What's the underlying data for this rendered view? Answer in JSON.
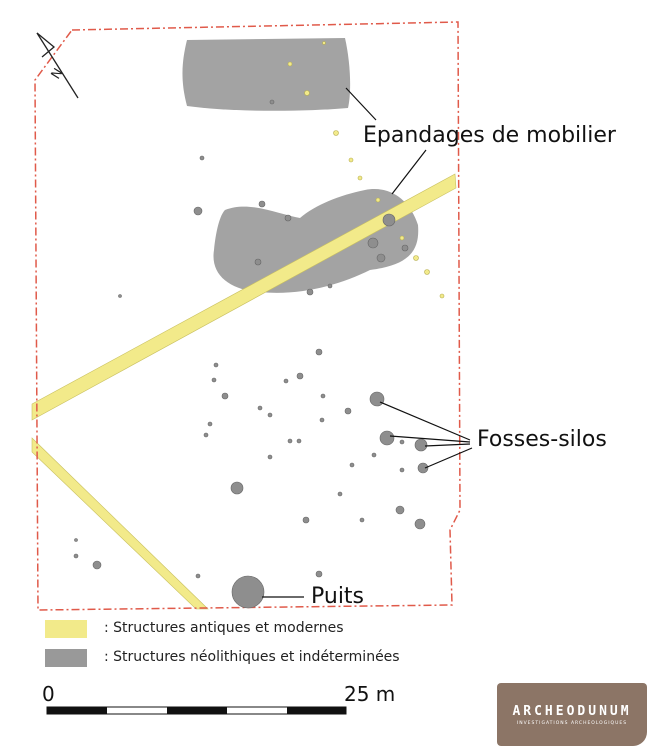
{
  "labels": {
    "epandages": "Epandages de mobilier",
    "fosses": "Fosses-silos",
    "puits": "Puits",
    "north": "N"
  },
  "legend": [
    {
      "text": ": Structures antiques et modernes",
      "color": "#f2ea8a"
    },
    {
      "text": ": Structures néolithiques et indéterminées",
      "color": "#999999"
    }
  ],
  "scale": {
    "start": "0",
    "end": "25 m"
  },
  "logo": {
    "name": "ARCHEODUNUM",
    "subtitle": "INVESTIGATIONS ARCHEOLOGIQUES"
  },
  "colors": {
    "boundary": "#e05a4a",
    "antique": "#f2ea8a",
    "neolithic": "#9a9a9a",
    "logo_bg": "#8c7566"
  }
}
